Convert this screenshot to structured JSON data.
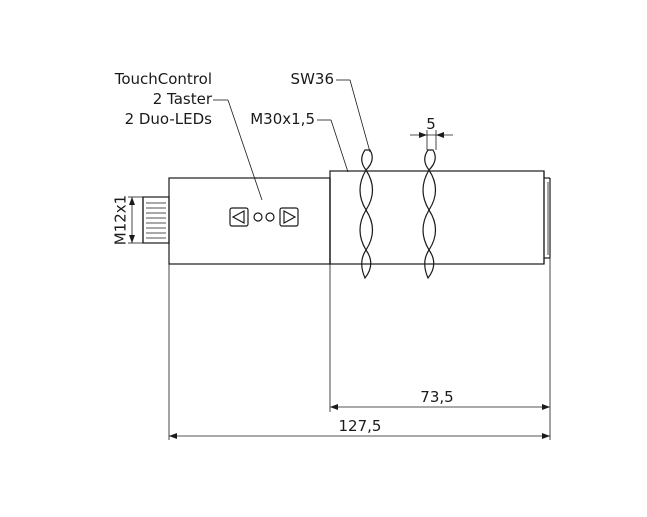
{
  "callouts": {
    "touch_control": "TouchControl",
    "buttons": "2 Taster",
    "leds": "2 Duo-LEDs",
    "wrench_size": "SW36",
    "thread": "M30x1,5",
    "connector_thread": "M12x1"
  },
  "dimensions": {
    "nut_width": "5",
    "thread_length": "73,5",
    "total_length": "127,5"
  },
  "colors": {
    "line": "#1a1a1a",
    "body_fill": "#ffffff"
  }
}
